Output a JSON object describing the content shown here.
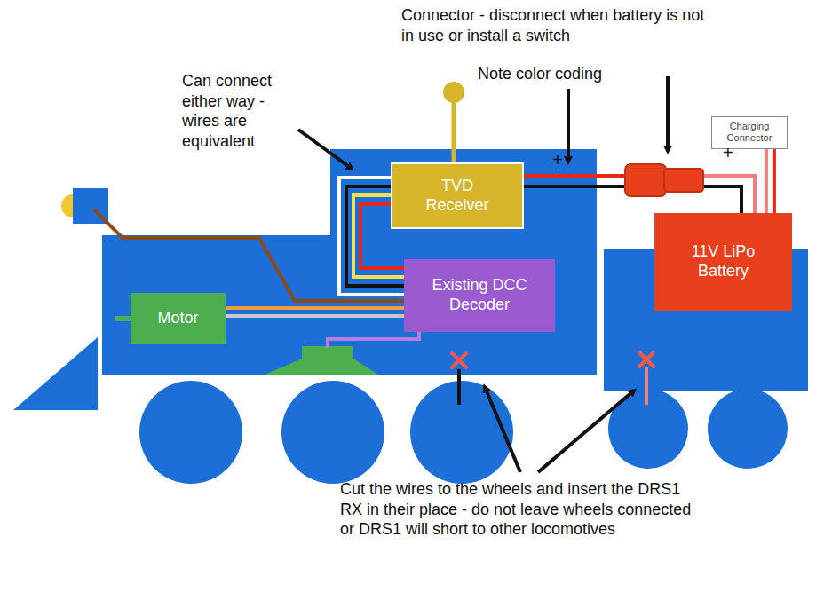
{
  "diagram": {
    "nodes": [
      {
        "text": [
          "TVD Receiver"
        ]
      },
      {
        "text": [
          "Charging Connector"
        ]
      },
      {
        "text": [
          "11V LiPo Battery"
        ]
      },
      {
        "text": [
          "Existing DCC Decoder"
        ]
      },
      {
        "text": [
          "Motor"
        ]
      }
    ],
    "edges": [
      {
        "from": 2,
        "to": 0,
        "arrow": "none"
      },
      {
        "from": 0,
        "to": 3,
        "arrow": "none"
      },
      {
        "from": 3,
        "to": 4,
        "arrow": "none"
      },
      {
        "from": 2,
        "to": 1,
        "arrow": "none"
      }
    ],
    "labels": [
      "Connector - disconnect when battery is not in use or install a switch",
      "Note color coding",
      "Can connect either way - wires are equivalent",
      "+",
      "+",
      "Cut the wires to the wheels and insert the DRS1 RX in their place - do not leave wheels connected or DRS1 will short to other locomotives"
    ]
  }
}
